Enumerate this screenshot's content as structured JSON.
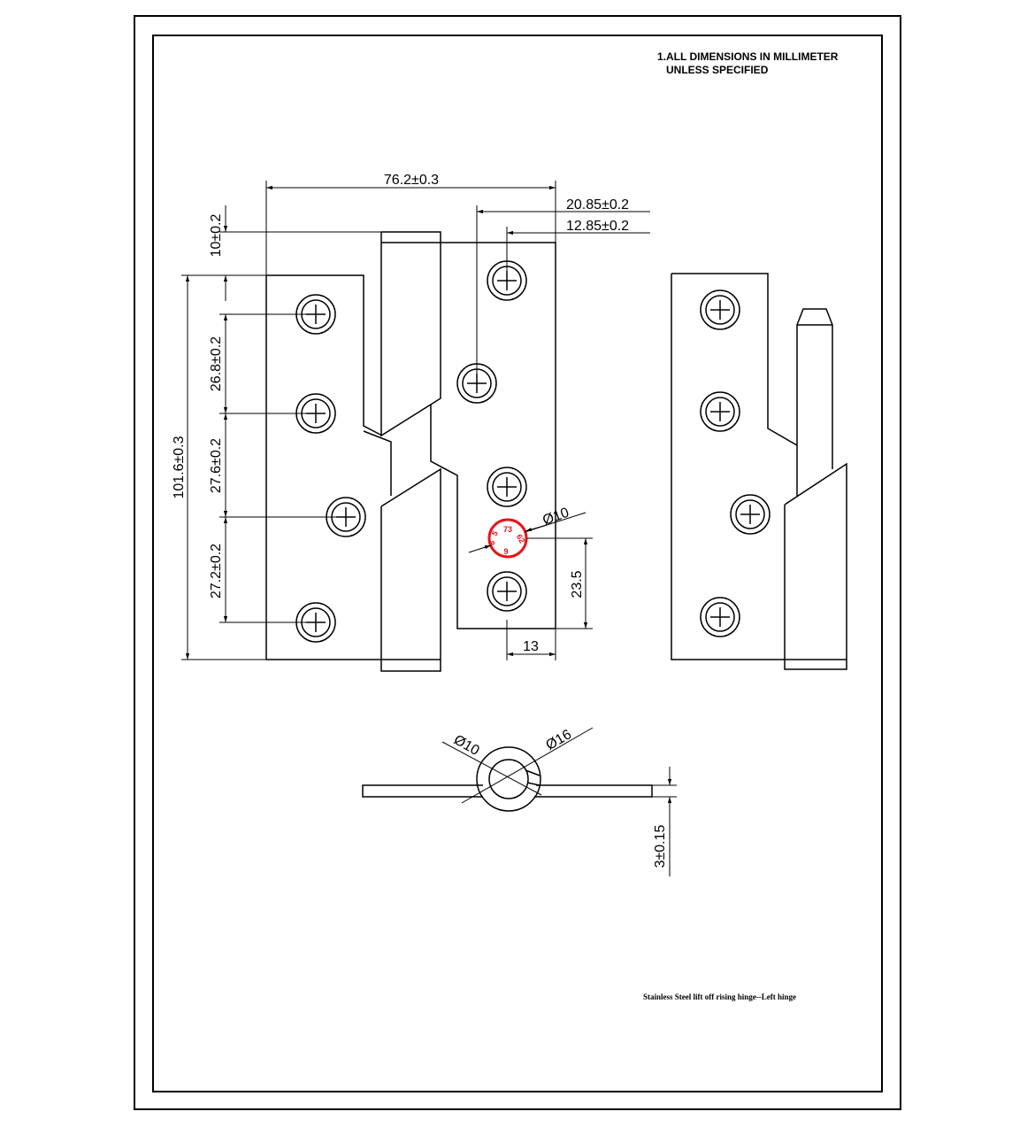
{
  "notes": {
    "line1": "1.ALL DIMENSIONS IN MILLIMETER",
    "line2": "UNLESS SPECIFIED"
  },
  "caption": "Stainless Steel lift off rising hinge--Left hinge",
  "dimensions": {
    "width_overall": "76.2±0.3",
    "hole_offset_a": "20.85±0.2",
    "hole_offset_b": "12.85±0.2",
    "top_offset": "10±0.2",
    "pitch_1": "26.8±0.2",
    "pitch_2": "27.6±0.2",
    "pitch_3": "27.2±0.2",
    "height_overall": "101.6±0.3",
    "hole_diameter": "Ø10",
    "hole_bottom_offset": "23.5",
    "hole_edge_offset": "13",
    "pin_diameter": "Ø10",
    "knuckle_diameter": "Ø16",
    "thickness": "3±0.15"
  },
  "stamp": {
    "top": "73",
    "left_upper": "5",
    "left_lower": "6",
    "right": "62",
    "bottom": "9"
  },
  "colors": {
    "line": "#000000",
    "stamp": "#e8141b",
    "background": "#ffffff"
  }
}
